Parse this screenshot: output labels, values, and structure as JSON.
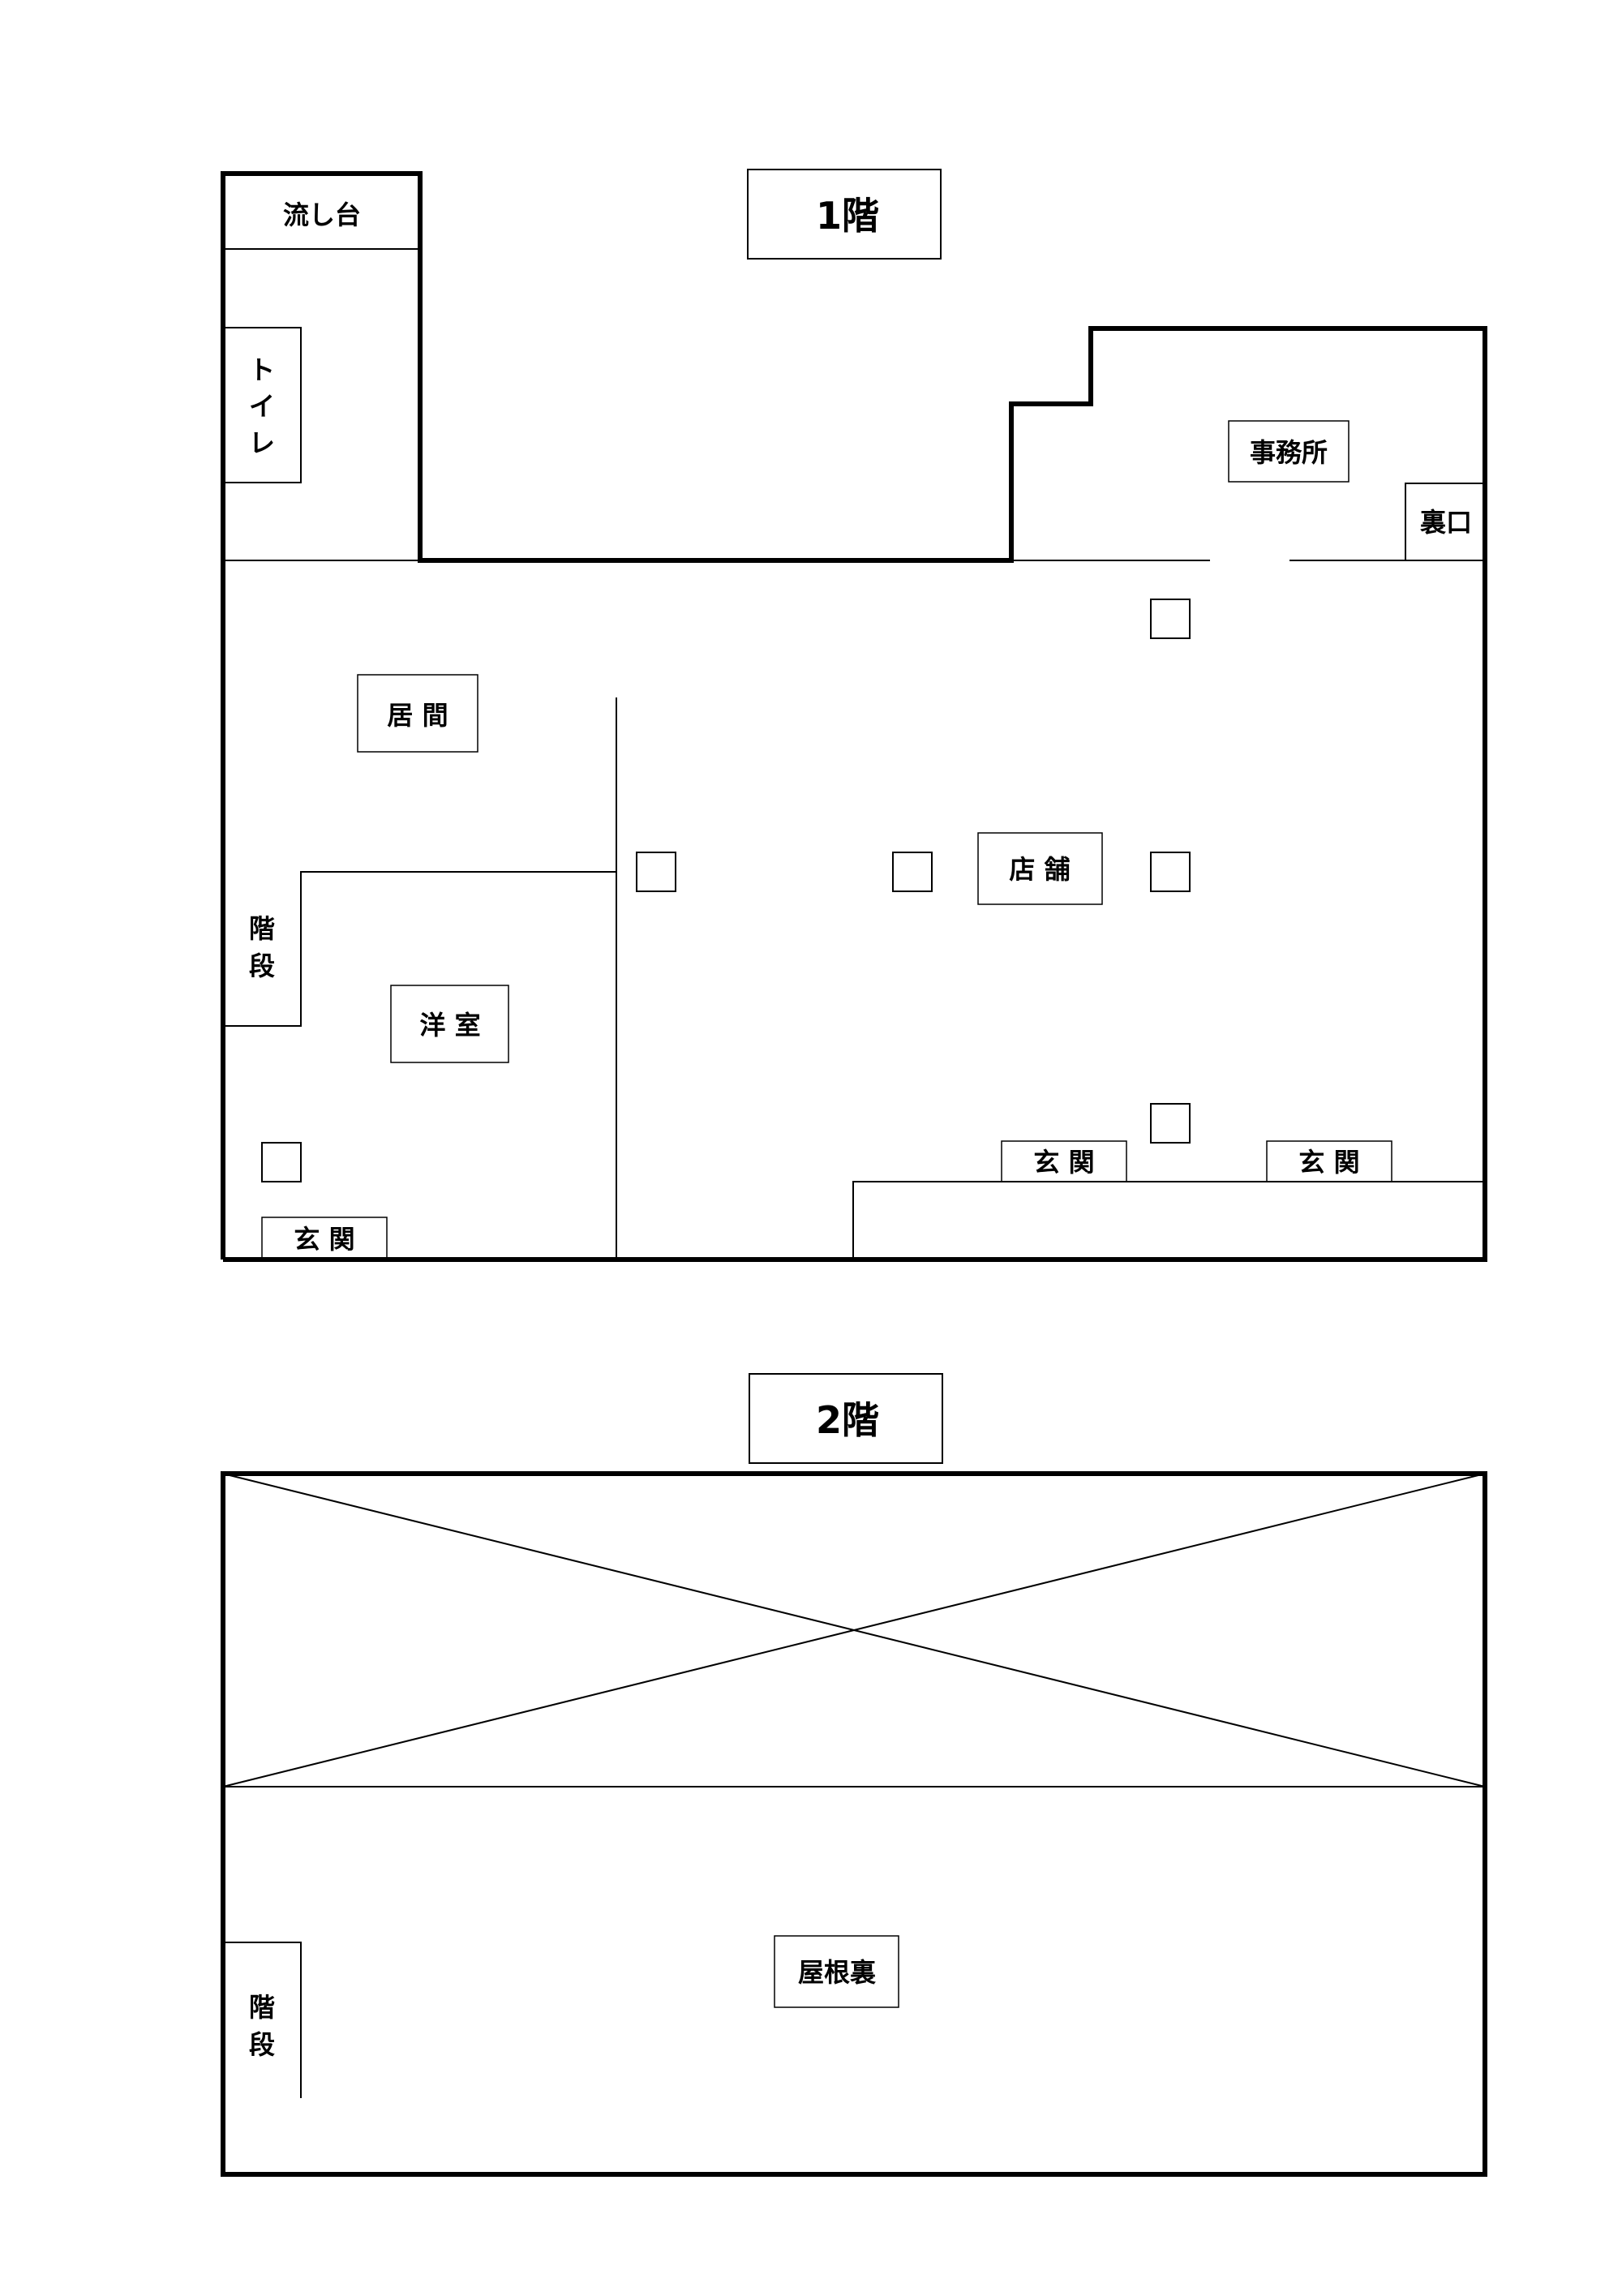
{
  "floor1": {
    "title": "1階",
    "rooms": {
      "sink": "流し台",
      "toilet": [
        "ト",
        "イ",
        "レ"
      ],
      "office": "事務所",
      "back_entrance": "裏口",
      "living": "居 間",
      "store": "店 舗",
      "stairs": [
        "階",
        "段"
      ],
      "western_room": "洋 室",
      "entrance_left": "玄 関",
      "entrance_mid": "玄 関",
      "entrance_right": "玄 関"
    }
  },
  "floor2": {
    "title": "2階",
    "rooms": {
      "attic": "屋根裏",
      "stairs": [
        "階",
        "段"
      ]
    }
  },
  "colors": {
    "line": "#000000",
    "background": "#ffffff"
  }
}
